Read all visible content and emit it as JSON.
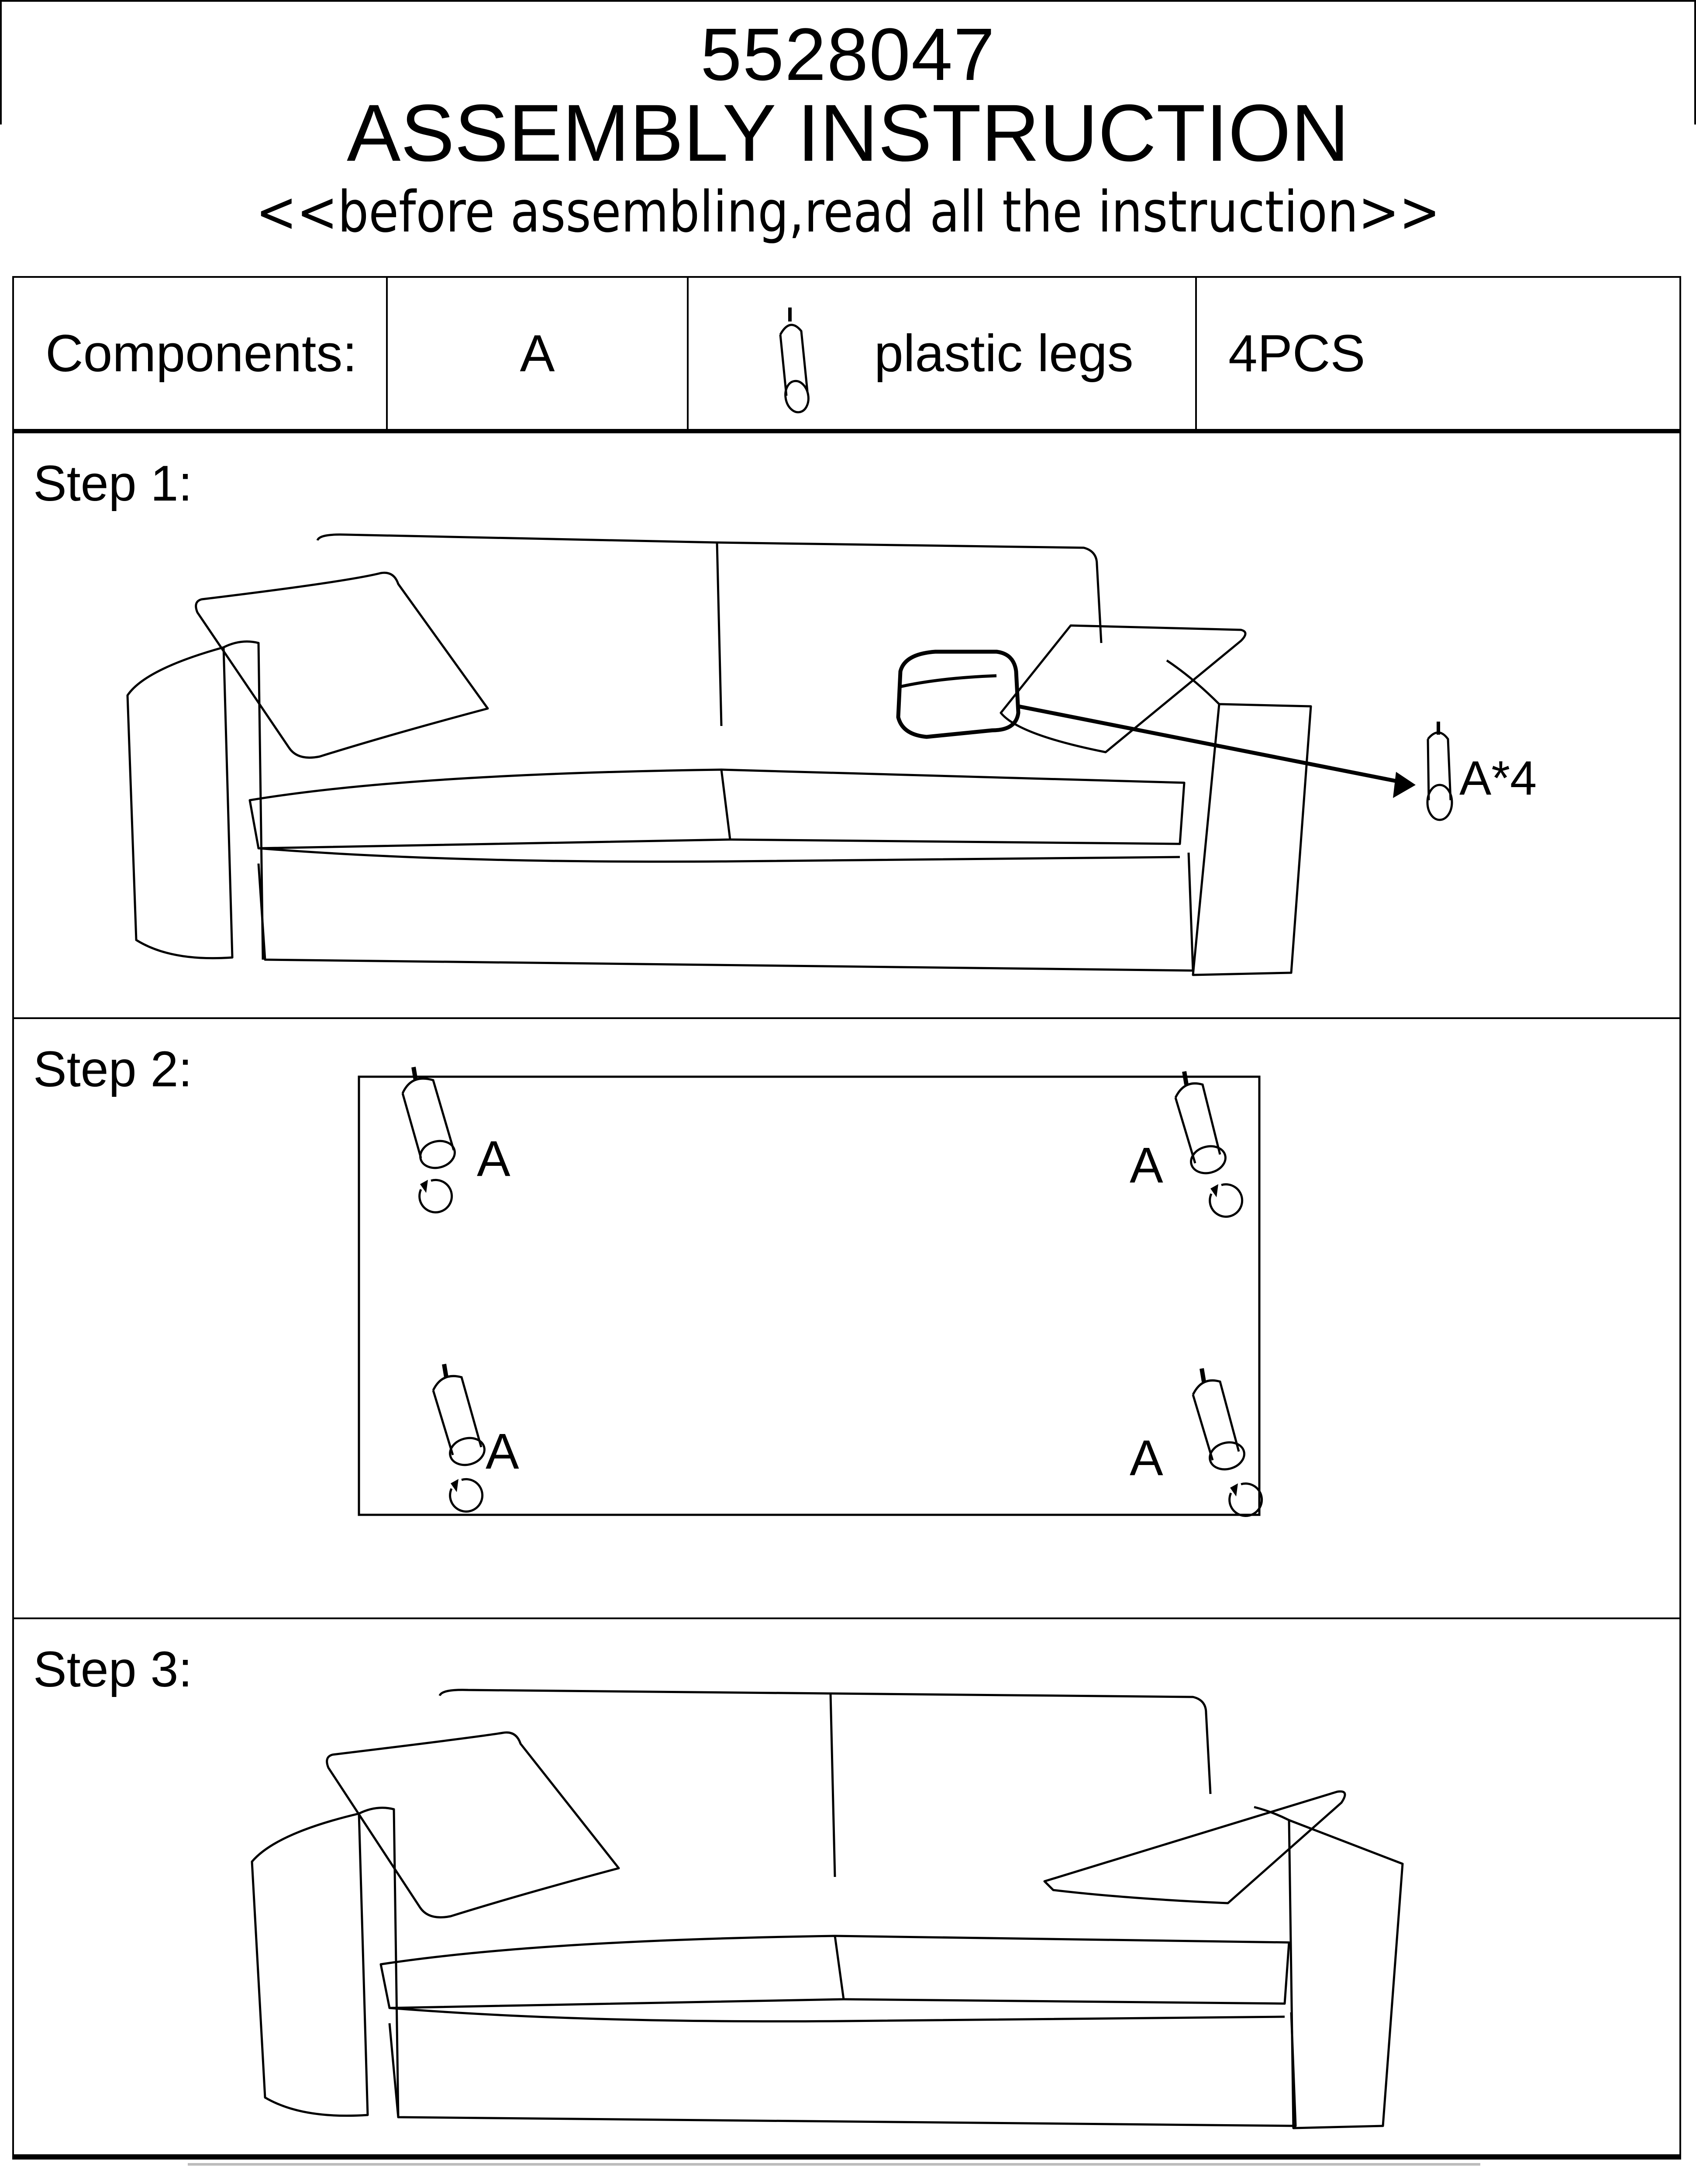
{
  "header": {
    "model_number": "5528047",
    "title": "ASSEMBLY INSTRUCTION",
    "subtitle": "<<before assembling,read all the instruction>>"
  },
  "components_table": {
    "label": "Components:",
    "parts": [
      {
        "letter": "A",
        "icon": "plastic-leg-icon",
        "name": "plastic legs",
        "quantity": "4PCS"
      }
    ]
  },
  "steps": [
    {
      "label": "Step 1:",
      "callout": "A*4",
      "illustration": "sofa-with-leg-pocket"
    },
    {
      "label": "Step 2:",
      "leg_labels": [
        "A",
        "A",
        "A",
        "A"
      ],
      "illustration": "sofa-base-with-legs"
    },
    {
      "label": "Step 3:",
      "illustration": "assembled-sofa"
    }
  ],
  "colors": {
    "ink": "#000000",
    "paper": "#ffffff",
    "footer_rule": "#bdbdbd"
  }
}
